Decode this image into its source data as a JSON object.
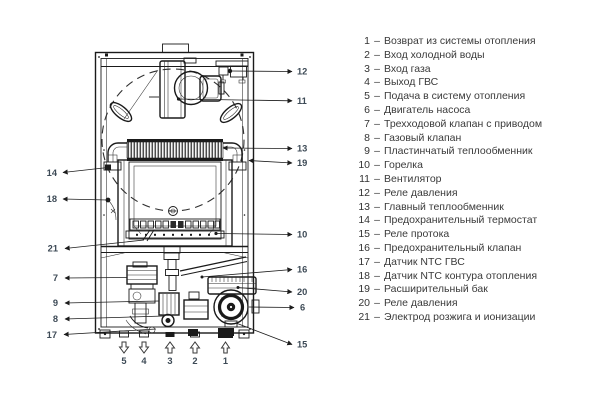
{
  "legend": {
    "separator": "–",
    "items": [
      {
        "num": "1",
        "label": "Возврат из системы отопления"
      },
      {
        "num": "2",
        "label": "Вход холодной воды"
      },
      {
        "num": "3",
        "label": "Вход газа"
      },
      {
        "num": "4",
        "label": "Выход ГВС"
      },
      {
        "num": "5",
        "label": "Подача в систему отопления"
      },
      {
        "num": "6",
        "label": "Двигатель насоса"
      },
      {
        "num": "7",
        "label": "Трехходовой клапан с приводом"
      },
      {
        "num": "8",
        "label": "Газовый клапан"
      },
      {
        "num": "9",
        "label": "Пластинчатый теплообменник"
      },
      {
        "num": "10",
        "label": "Горелка"
      },
      {
        "num": "11",
        "label": "Вентилятор"
      },
      {
        "num": "12",
        "label": "Реле давления"
      },
      {
        "num": "13",
        "label": "Главный теплообменник"
      },
      {
        "num": "14",
        "label": "Предохранительный термостат"
      },
      {
        "num": "15",
        "label": "Реле протока"
      },
      {
        "num": "16",
        "label": "Предохранительный клапан"
      },
      {
        "num": "17",
        "label": "Датчик NTC ГВС"
      },
      {
        "num": "18",
        "label": "Датчик NTC контура отопления"
      },
      {
        "num": "19",
        "label": "Расширительный бак"
      },
      {
        "num": "20",
        "label": "Реле давления"
      },
      {
        "num": "21",
        "label": "Электрод розжига и ионизации"
      }
    ]
  },
  "diagram": {
    "callouts": {
      "left": [
        {
          "label": "14"
        },
        {
          "label": "18"
        },
        {
          "label": "21"
        },
        {
          "label": "7"
        },
        {
          "label": "9"
        },
        {
          "label": "8"
        },
        {
          "label": "17"
        }
      ],
      "right": [
        {
          "label": "12"
        },
        {
          "label": "11"
        },
        {
          "label": "13"
        },
        {
          "label": "19"
        },
        {
          "label": "10"
        },
        {
          "label": "16"
        },
        {
          "label": "20"
        },
        {
          "label": "6"
        },
        {
          "label": "15"
        }
      ]
    },
    "ports": [
      {
        "number": "5",
        "direction": "down"
      },
      {
        "number": "4",
        "direction": "down"
      },
      {
        "number": "3",
        "direction": "up"
      },
      {
        "number": "2",
        "direction": "up"
      },
      {
        "number": "1",
        "direction": "up"
      }
    ]
  }
}
